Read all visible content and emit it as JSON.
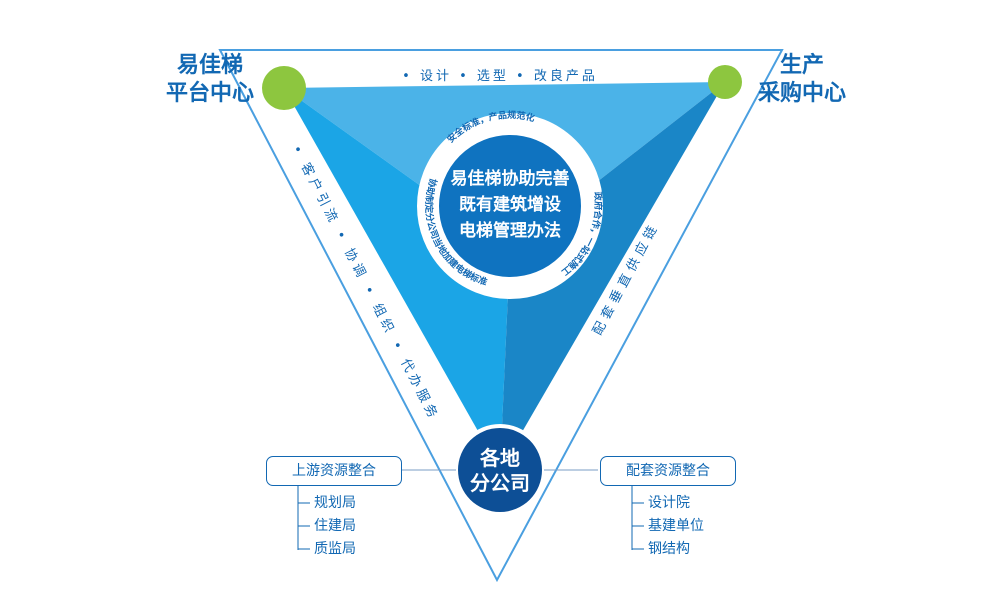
{
  "corners": {
    "top_left": {
      "line1": "易佳梯",
      "line2": "平台中心"
    },
    "top_right": {
      "line1": "生产",
      "line2": "采购中心"
    }
  },
  "center": {
    "line1": "易佳梯协助完善",
    "line2": "既有建筑增设",
    "line3": "电梯管理办法"
  },
  "ring": {
    "top": "安全标准，产品规范化",
    "left": "协助制定分公司当地加建电梯标准",
    "right": "政府合作，一站式施工"
  },
  "edges": {
    "top": "• 设计 • 选型 • 改良产品",
    "left": "• 客户引流 • 协调 • 组织 • 代办服务",
    "right": "配套垂直供应链"
  },
  "bottom": {
    "line1": "各地",
    "line2": "分公司"
  },
  "left_panel": {
    "title": "上游资源整合",
    "items": [
      "规划局",
      "住建局",
      "质监局"
    ]
  },
  "right_panel": {
    "title": "配套资源整合",
    "items": [
      "设计院",
      "基建单位",
      "钢结构"
    ]
  },
  "colors": {
    "outline": "#4a9fe0",
    "top_face": "#4bb3e8",
    "left_face": "#1ba5e6",
    "right_face": "#1a86c7",
    "center": "#0f73c0",
    "bottom_circle": "#0d4f96",
    "green": "#8dc63f",
    "text_blue": "#1268b3"
  }
}
